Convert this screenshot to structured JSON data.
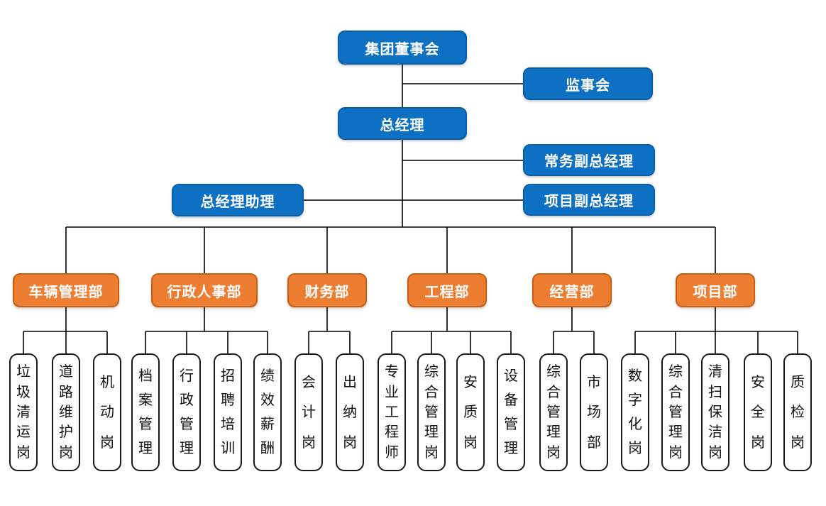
{
  "diagram": {
    "type": "org-chart",
    "executives": {
      "board": "集团董事会",
      "supervisory_board": "监事会",
      "general_manager": "总经理",
      "executive_deputy_gm": "常务副总经理",
      "project_deputy_gm": "项目副总经理",
      "gm_assistant": "总经理助理"
    },
    "departments": [
      {
        "label": "车辆管理部",
        "positions": [
          "垃圾清运岗",
          "道路维护岗",
          "机动岗"
        ]
      },
      {
        "label": "行政人事部",
        "positions": [
          "档案管理",
          "行政管理",
          "招聘培训",
          "绩效薪酬"
        ]
      },
      {
        "label": "财务部",
        "positions": [
          "会计岗",
          "出纳岗"
        ]
      },
      {
        "label": "工程部",
        "positions": [
          "专业工程师",
          "综合管理岗",
          "安质岗",
          "设备管理"
        ]
      },
      {
        "label": "经营部",
        "positions": [
          "综合管理岗",
          "市场部"
        ]
      },
      {
        "label": "项目部",
        "positions": [
          "数字化岗",
          "综合管理岗",
          "清扫保洁岗",
          "安全岗",
          "质检岗"
        ]
      }
    ],
    "colors": {
      "executive_fill": "#0d70c2",
      "executive_border": "#0a5fa8",
      "department_fill": "#ed7d31",
      "department_border": "#c55f16",
      "position_fill": "#ffffff",
      "position_border": "#1a1a1a",
      "connector": "#000000",
      "text_on_color": "#ffffff"
    }
  }
}
